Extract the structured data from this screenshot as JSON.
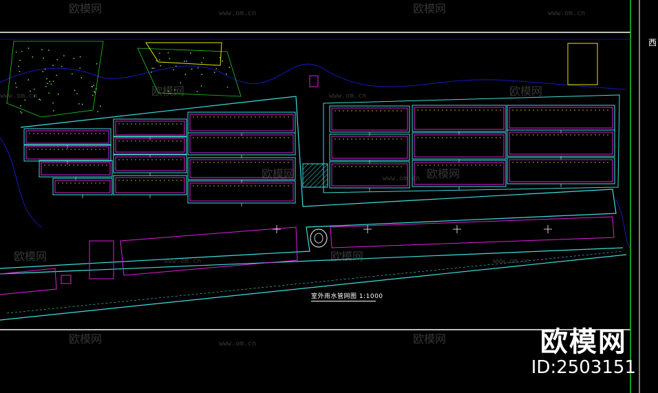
{
  "drawing": {
    "title": "室外雨水管网图 1:1000"
  },
  "watermark": {
    "brand": "欧模网",
    "url": "www.om.cn",
    "side_char": "西"
  },
  "badge": {
    "brand": "欧模网",
    "id": "ID:2503151"
  },
  "colors": {
    "background": "#000000",
    "frame": "#ffffff",
    "cyan": "#40e0e0",
    "magenta": "#e020e0",
    "yellow": "#e8e800",
    "green": "#22cc22",
    "blue": "#1818c0",
    "lime": "#7ad44a"
  }
}
